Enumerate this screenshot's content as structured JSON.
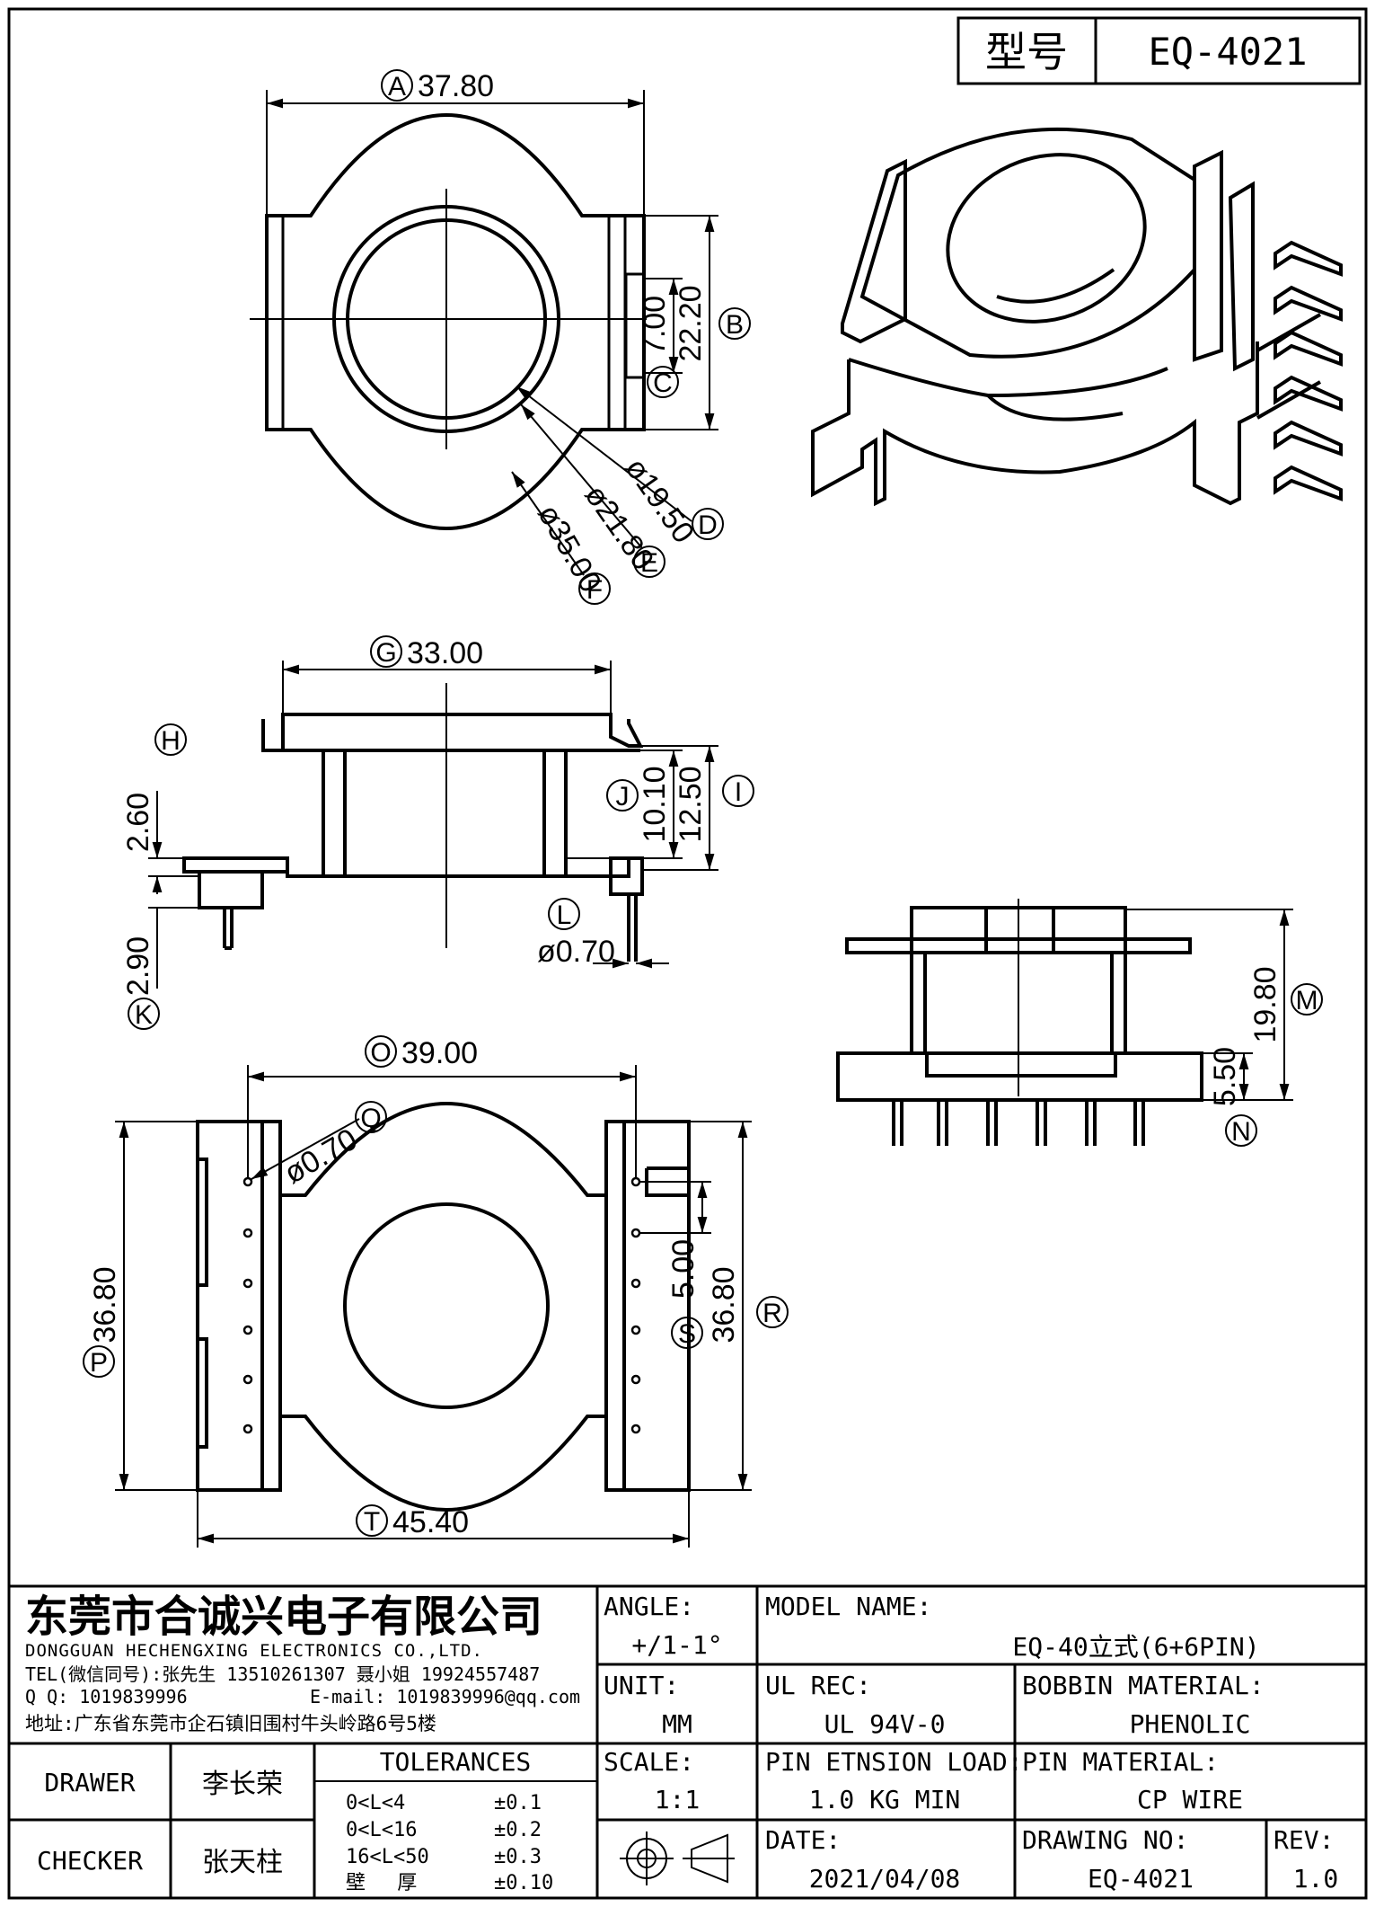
{
  "header": {
    "type_label": "型号",
    "model": "EQ-4021"
  },
  "dimensions": {
    "A": {
      "letter": "A",
      "value": "37.80"
    },
    "B": {
      "letter": "B",
      "value": "22.20"
    },
    "C": {
      "letter": "C",
      "value": "7.00"
    },
    "D": {
      "letter": "D",
      "value": "ø19.50"
    },
    "E": {
      "letter": "E",
      "value": "ø21.80"
    },
    "F": {
      "letter": "F",
      "value": "ø35.00"
    },
    "G": {
      "letter": "G",
      "value": "33.00"
    },
    "H": {
      "letter": "H",
      "value": "2.60"
    },
    "I": {
      "letter": "I",
      "value": "12.50"
    },
    "J": {
      "letter": "J",
      "value": "10.10"
    },
    "K": {
      "letter": "K",
      "value": "2.90"
    },
    "L": {
      "letter": "L",
      "value": "ø0.70"
    },
    "M": {
      "letter": "M",
      "value": "19.80"
    },
    "N": {
      "letter": "N",
      "value": "5.50"
    },
    "O": {
      "letter": "O",
      "value": "39.00"
    },
    "P": {
      "letter": "P",
      "value": "36.80"
    },
    "Q": {
      "letter": "Q",
      "value": "ø0.70"
    },
    "R": {
      "letter": "R",
      "value": "36.80"
    },
    "S": {
      "letter": "S",
      "value": "5.00"
    },
    "T": {
      "letter": "T",
      "value": "45.40"
    }
  },
  "company": {
    "name_cn": "东莞市合诚兴电子有限公司",
    "name_en": "DONGGUAN HECHENGXING ELECTRONICS CO.,LTD.",
    "tel": "TEL(微信同号):张先生 13510261307 聂小姐 19924557487",
    "qq": "Q Q: 1019839996",
    "email": "E-mail: 1019839996@qq.com",
    "address": "地址:广东省东莞市企石镇旧围村牛头岭路6号5楼"
  },
  "title_block": {
    "angle_label": "ANGLE:",
    "angle_value": "+/1-1°",
    "unit_label": "UNIT:",
    "unit_value": "MM",
    "scale_label": "SCALE:",
    "scale_value": "1:1",
    "model_name_label": "MODEL NAME:",
    "model_name_value": "EQ-40立式(6+6PIN)",
    "ul_label": "UL REC:",
    "ul_value": "UL 94V-0",
    "bobbin_label": "BOBBIN MATERIAL:",
    "bobbin_value": "PHENOLIC",
    "pin_load_label": "PIN ETNSION LOAD:",
    "pin_load_value": "1.0 KG MIN",
    "pin_mat_label": "PIN MATERIAL:",
    "pin_mat_value": "CP WIRE",
    "date_label": "DATE:",
    "date_value": "2021/04/08",
    "drawing_no_label": "DRAWING NO:",
    "drawing_no_value": "EQ-4021",
    "rev_label": "REV:",
    "rev_value": "1.0",
    "drawer_label": "DRAWER",
    "drawer_value": "李长荣",
    "checker_label": "CHECKER",
    "checker_value": "张天柱",
    "tolerances_label": "TOLERANCES",
    "tolerances": [
      {
        "range": "0<L<4",
        "tol": "±0.1"
      },
      {
        "range": "0<L<16",
        "tol": "±0.2"
      },
      {
        "range": "16<L<50",
        "tol": "±0.3"
      },
      {
        "range": "壁　 厚",
        "tol": "±0.10"
      }
    ]
  }
}
